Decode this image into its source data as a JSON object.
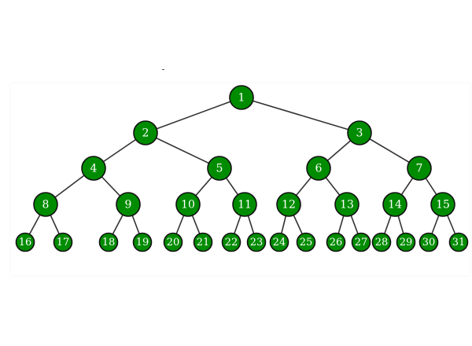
{
  "tree": {
    "node_color": "#008c00",
    "edge_color": "#333333",
    "label_color": "#ffffff",
    "nodes": [
      {
        "id": 1,
        "label": "1"
      },
      {
        "id": 2,
        "label": "2",
        "parent": 1
      },
      {
        "id": 3,
        "label": "3",
        "parent": 1
      },
      {
        "id": 4,
        "label": "4",
        "parent": 2
      },
      {
        "id": 5,
        "label": "5",
        "parent": 2
      },
      {
        "id": 6,
        "label": "6",
        "parent": 3
      },
      {
        "id": 7,
        "label": "7",
        "parent": 3
      },
      {
        "id": 8,
        "label": "8",
        "parent": 4
      },
      {
        "id": 9,
        "label": "9",
        "parent": 4
      },
      {
        "id": 10,
        "label": "10",
        "parent": 5
      },
      {
        "id": 11,
        "label": "11",
        "parent": 5
      },
      {
        "id": 12,
        "label": "12",
        "parent": 6
      },
      {
        "id": 13,
        "label": "13",
        "parent": 6
      },
      {
        "id": 14,
        "label": "14",
        "parent": 7
      },
      {
        "id": 15,
        "label": "15",
        "parent": 7
      },
      {
        "id": 16,
        "label": "16",
        "parent": 8
      },
      {
        "id": 17,
        "label": "17",
        "parent": 8
      },
      {
        "id": 18,
        "label": "18",
        "parent": 9
      },
      {
        "id": 19,
        "label": "19",
        "parent": 9
      },
      {
        "id": 20,
        "label": "20",
        "parent": 10
      },
      {
        "id": 21,
        "label": "21",
        "parent": 10
      },
      {
        "id": 22,
        "label": "22",
        "parent": 11
      },
      {
        "id": 23,
        "label": "23",
        "parent": 11
      },
      {
        "id": 24,
        "label": "24",
        "parent": 12
      },
      {
        "id": 25,
        "label": "25",
        "parent": 12
      },
      {
        "id": 26,
        "label": "26",
        "parent": 13
      },
      {
        "id": 27,
        "label": "27",
        "parent": 13
      },
      {
        "id": 28,
        "label": "28",
        "parent": 14
      },
      {
        "id": 29,
        "label": "29",
        "parent": 14
      },
      {
        "id": 30,
        "label": "30",
        "parent": 15
      },
      {
        "id": 31,
        "label": "31",
        "parent": 15
      }
    ]
  }
}
